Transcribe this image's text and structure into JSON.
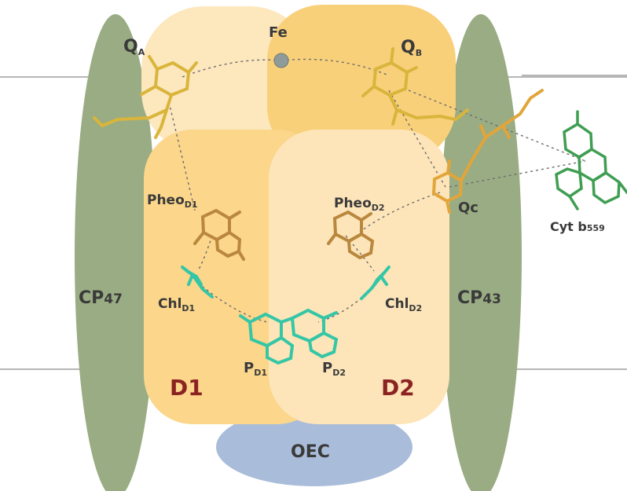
{
  "labels": {
    "qa_main": "Q",
    "qa_sub": "A",
    "qb_main": "Q",
    "qb_sub": "B",
    "fe": "Fe",
    "pheo_d1_main": "Pheo",
    "pheo_d1_sub": "D1",
    "pheo_d2_main": "Pheo",
    "pheo_d2_sub": "D2",
    "qc": "Qc",
    "cyt_main": "Cyt b",
    "cyt_sub": "559",
    "chl_d1_main": "Chl",
    "chl_d1_sub": "D1",
    "chl_d2_main": "Chl",
    "chl_d2_sub": "D2",
    "pd1_main": "P",
    "pd1_sub": "D1",
    "pd2_main": "P",
    "pd2_sub": "D2",
    "cp47_main": "CP",
    "cp47_num": "47",
    "cp43_main": "CP",
    "cp43_num": "43",
    "d1": "D1",
    "d2": "D2",
    "oec": "OEC"
  },
  "colors": {
    "cp_green": "#9aac83",
    "d1_orange": "#fbd68b",
    "d2_light": "#fde5b9",
    "qb_region": "#f9d07a",
    "qa_region": "#fde7bd",
    "oec_blue": "#a9bcd9",
    "protein_label": "#8b2323",
    "quinone_yellow": "#d9b53c",
    "pheo_brown": "#b9873d",
    "chl_teal": "#35c6a6",
    "cyt_green": "#3f9e52",
    "fe_gray": "#8e9b98"
  },
  "icons": [
    "fe-atom-icon",
    "quinone-qa-icon",
    "quinone-qb-icon",
    "quinone-qc-icon",
    "pheophytin-icon",
    "chlorophyll-icon",
    "p680-icon",
    "cyt-b559-icon"
  ]
}
